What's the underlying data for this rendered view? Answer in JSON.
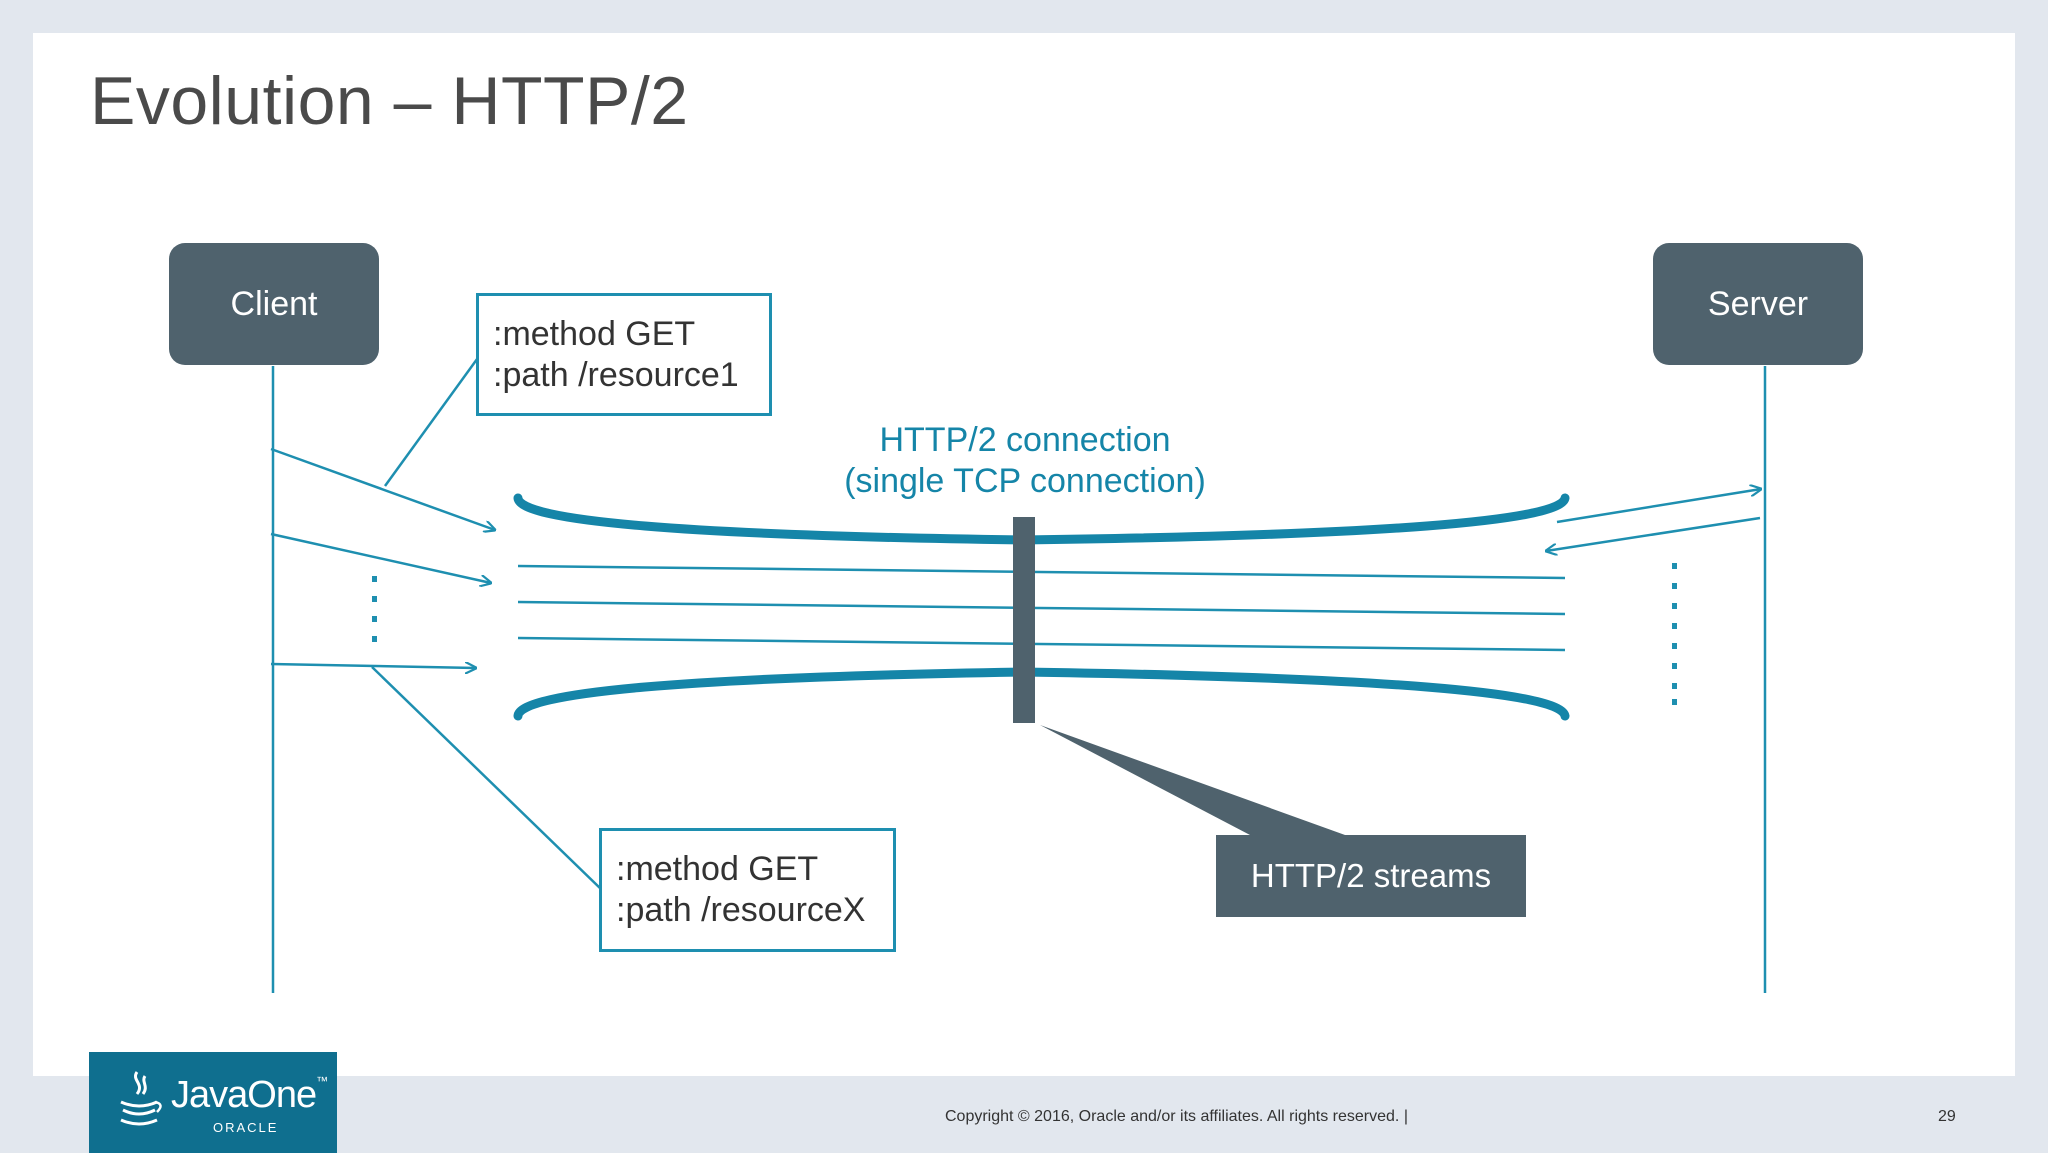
{
  "slide": {
    "title": "Evolution – HTTP/2",
    "page_number": "29",
    "copyright": "Copyright © 2016, Oracle and/or its affiliates. All rights reserved.  |"
  },
  "diagram": {
    "client_label": "Client",
    "server_label": "Server",
    "request_first": {
      "line1": ":method GET",
      "line2": ":path /resource1"
    },
    "request_last": {
      "line1": ":method GET",
      "line2": ":path /resourceX"
    },
    "connection_label_line1": "HTTP/2 connection",
    "connection_label_line2": "(single TCP connection)",
    "streams_label": "HTTP/2 streams"
  },
  "logo": {
    "brand": "JavaOne",
    "trademark": "™",
    "sub_brand": "ORACLE"
  },
  "colors": {
    "accent_teal": "#1585a8",
    "node_slate": "#4f626d",
    "title_gray": "#4a4a4a",
    "logo_blue": "#0f6f8f"
  },
  "icons": [
    "java-cup-icon"
  ]
}
